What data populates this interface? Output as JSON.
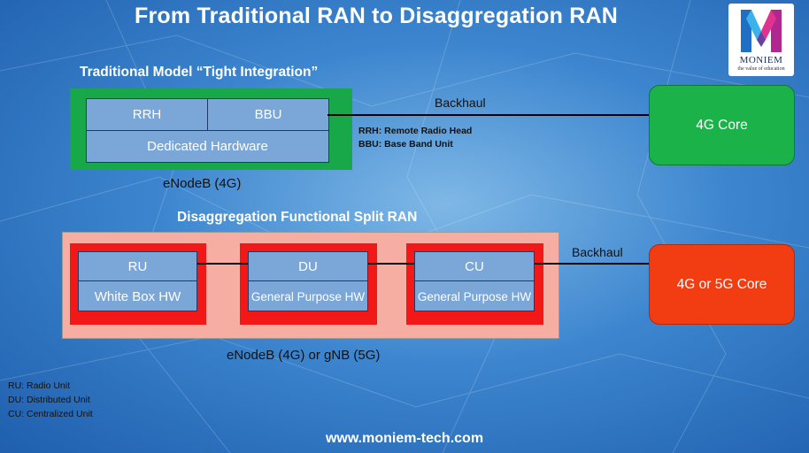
{
  "title": "From Traditional RAN to Disaggregation RAN",
  "logo": {
    "name": "MONIEM",
    "tagline": "the value of education"
  },
  "traditional": {
    "heading": "Traditional Model “Tight Integration”",
    "cells": {
      "rrh": "RRH",
      "bbu": "BBU",
      "dedicated": "Dedicated Hardware"
    },
    "caption": "eNodeB (4G)",
    "backhaul": "Backhaul",
    "notes": [
      "RRH: Remote Radio Head",
      "BBU: Base Band Unit"
    ],
    "core": "4G Core"
  },
  "disaggregated": {
    "heading": "Disaggregation Functional Split RAN",
    "units": [
      {
        "name": "RU",
        "hw": "White Box HW"
      },
      {
        "name": "DU",
        "hw": "General Purpose HW"
      },
      {
        "name": "CU",
        "hw": "General Purpose HW"
      }
    ],
    "caption": "eNodeB (4G) or gNB (5G)",
    "backhaul": "Backhaul",
    "core": "4G or 5G Core"
  },
  "legend": [
    "RU: Radio Unit",
    "DU: Distributed Unit",
    "CU: Centralized Unit"
  ],
  "footer": "www.moniem-tech.com",
  "colors": {
    "green_core": "#1bb24a",
    "red_core": "#f23c12",
    "cell_blue": "#7aa6d8",
    "frame_red": "#f21818",
    "panel_salmon": "#f7aea2"
  }
}
